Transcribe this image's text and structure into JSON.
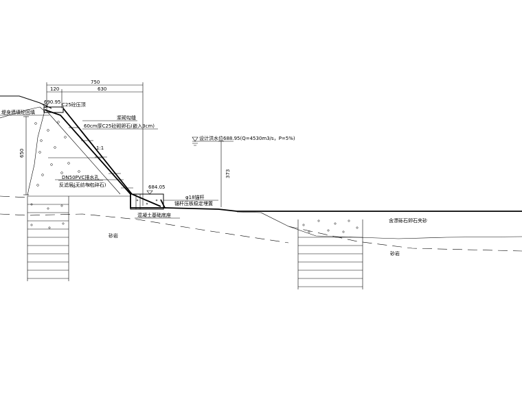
{
  "dimensions": {
    "total": "750",
    "left": "120",
    "right": "630",
    "height_left": "650",
    "height_right": "373"
  },
  "labels": {
    "top_elev": "690.95",
    "top_gutter": "C25砼压顶",
    "crest": "堤身墙填砼回填",
    "rock_gutter": "浆砌勾缝",
    "face": "60cm厚C25砼砌卵石(嵌入3cm)",
    "slope": "1:1",
    "drain_pipe": "DN50PVC排水孔",
    "filter": "反滤层(无纺布包碎石)",
    "toe_elev": "684.05",
    "anchor": "φ18锚杆",
    "anchor_note": "锚杆压板稳定埋置",
    "foundation": "混凝土基础底座",
    "design_flood": "设计洪水位688.95(Q=4530m3/s，P=5%)",
    "bedrock_left": "砂岩",
    "gravel": "含漂砾石卵石夹砂",
    "bedrock_right": "砂岩"
  }
}
